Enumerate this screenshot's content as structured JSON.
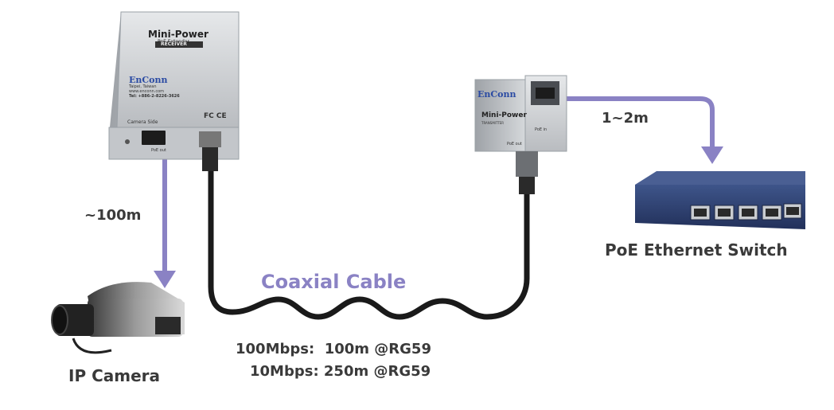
{
  "colors": {
    "link_arrow": "#8a82c4",
    "cable": "#1a1a1a",
    "device_body": "#cfd2d6",
    "switch_body": "#2f4270",
    "text": "#3a3a3a"
  },
  "receiver": {
    "title": "Mini-Power",
    "subtitle": "PoE Extender",
    "tag": "RECEIVER",
    "brand": "EnConn",
    "location": "Taipei, Taiwan",
    "web": "www.enconn.com",
    "tel": "Tel: +886-2-8226-3626",
    "side_label": "Camera Side",
    "port_label": "PoE out"
  },
  "transmitter": {
    "brand": "EnConn",
    "title": "Mini-Power",
    "tag": "TRANSMITTER",
    "port_in_label": "PoE in",
    "port_out_label": "PoE out"
  },
  "links": {
    "camera_distance": "~100m",
    "switch_distance": "1~2m",
    "cable_title": "Coaxial Cable",
    "spec_line_1": "100Mbps:  100m @RG59",
    "spec_line_2": "10Mbps: 250m @RG59"
  },
  "devices": {
    "camera_label": "IP Camera",
    "switch_label": "PoE Ethernet Switch"
  }
}
